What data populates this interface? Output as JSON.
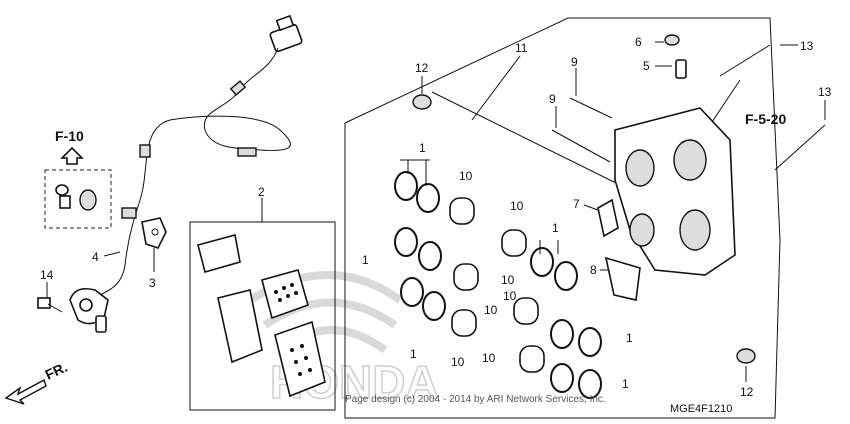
{
  "callouts": {
    "c1a": "1",
    "c1b": "1",
    "c1c": "1",
    "c1d": "1",
    "c1e": "1",
    "c1f": "1",
    "c2": "2",
    "c3": "3",
    "c4": "4",
    "c5": "5",
    "c6": "6",
    "c7": "7",
    "c8": "8",
    "c9a": "9",
    "c9b": "9",
    "c10a": "10",
    "c10b": "10",
    "c10c": "10",
    "c10d": "10",
    "c10e": "10",
    "c10f": "10",
    "c10g": "10",
    "c11": "11",
    "c12a": "12",
    "c12b": "12",
    "c13a": "13",
    "c13b": "13",
    "c14": "14"
  },
  "refs": {
    "f10": "F-10",
    "f520": "F-5-20",
    "fr": "FR."
  },
  "watermark": "Page design (c) 2004 - 2014 by ARI Network Services, Inc.",
  "brand_watermark": "HONDA",
  "diagram_code": "MGE4F1210"
}
